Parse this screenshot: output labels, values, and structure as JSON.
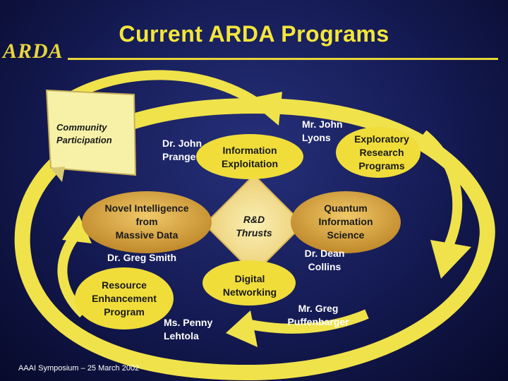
{
  "slide": {
    "title": "Current ARDA Programs",
    "logo": "ARDA",
    "footer": "AAAI Symposium – 25 March 2002"
  },
  "nodes": {
    "community": {
      "line1": "Community",
      "line2": "Participation"
    },
    "information_exploitation": {
      "line1": "Information",
      "line2": "Exploitation"
    },
    "exploratory": {
      "line1": "Exploratory",
      "line2": "Research",
      "line3": "Programs"
    },
    "novel": {
      "line1": "Novel Intelligence",
      "line2": "from",
      "line3": "Massive Data"
    },
    "rd_thrusts": {
      "line1": "R&D",
      "line2": "Thrusts"
    },
    "quantum": {
      "line1": "Quantum",
      "line2": "Information",
      "line3": "Science"
    },
    "resource": {
      "line1": "Resource",
      "line2": "Enhancement",
      "line3": "Program"
    },
    "digital": {
      "line1": "Digital",
      "line2": "Networking"
    }
  },
  "people": {
    "prange": {
      "line1": "Dr. John",
      "line2": "Prange"
    },
    "lyons": {
      "line1": "Mr. John",
      "line2": "Lyons"
    },
    "smith": "Dr. Greg Smith",
    "collins": {
      "line1": "Dr. Dean",
      "line2": "Collins"
    },
    "puffenbarger": {
      "line1": "Mr. Greg",
      "line2": "Puffenbarger"
    },
    "lehtola": {
      "line1": "Ms. Penny",
      "line2": "Lehtola"
    }
  },
  "colors": {
    "background": "#141a52",
    "ring": "#f0e24a",
    "ellipse": "#f0dd3a",
    "center_diamond": "#f3df8e",
    "node_gold": "#d4a23a",
    "note": "#f7f1a8"
  }
}
